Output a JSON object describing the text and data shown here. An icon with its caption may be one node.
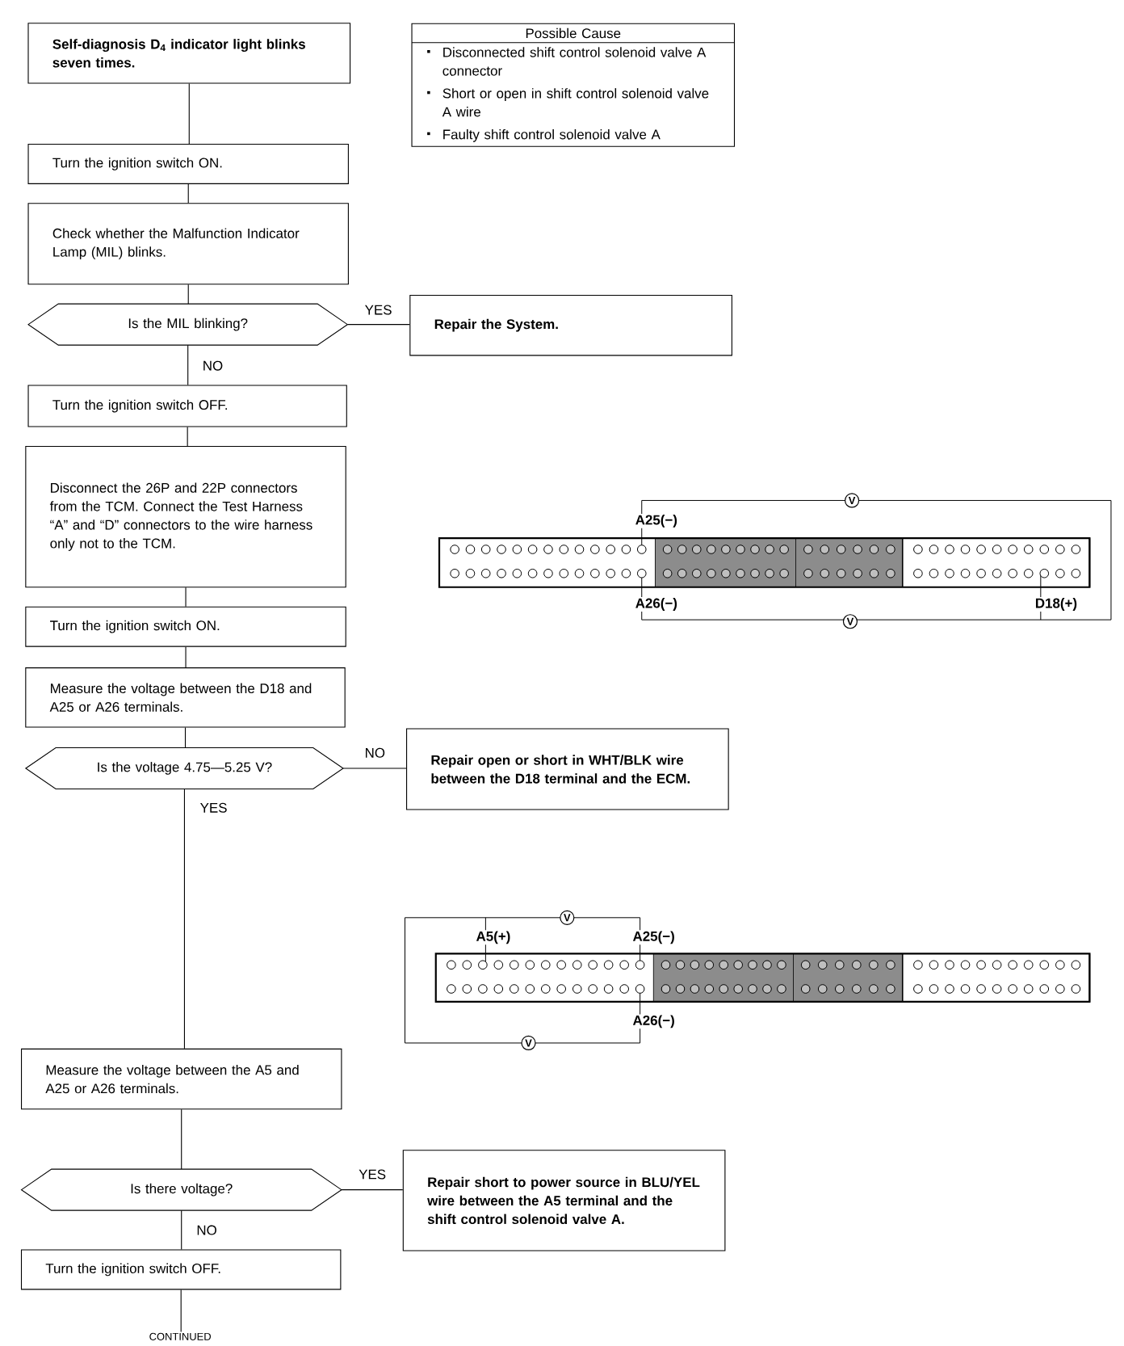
{
  "diagram": {
    "nodes": [
      {
        "text": [
          "Self-diagnosis D$_{4}$ indicator light blinks seven times."
        ]
      },
      {
        "text": [
          "Possible Cause",
          "Disconnected shift control solenoid valve A connector",
          "Short or open in shift control solenoid valve A wire",
          "Faulty shift control solenoid valve A"
        ]
      },
      {
        "text": [
          "Turn the ignition switch ON."
        ]
      },
      {
        "text": [
          "Check whether the Malfunction Indicator Lamp (MIL) blinks."
        ]
      },
      {
        "text": [
          "Is the MIL blinking?"
        ]
      },
      {
        "text": [
          "Repair the System."
        ]
      },
      {
        "text": [
          "Turn the ignition switch OFF."
        ]
      },
      {
        "text": [
          "Disconnect the 26P and 22P connectors from the TCM. Connect the Test Harness “A” and “D” connectors to the wire harness only not to the TCM."
        ]
      },
      {
        "text": [
          "Turn the ignition switch ON."
        ]
      },
      {
        "text": [
          "Measure the voltage between the D18 and A25 or A26 terminals."
        ]
      },
      {
        "text": [
          "Is the voltage 4.75—5.25 V?"
        ]
      },
      {
        "text": [
          "Repair open or short in WHT/BLK wire between the D18 terminal and the ECM."
        ]
      },
      {
        "text": [
          "Measure the voltage between the A5 and A25 or A26 terminals."
        ]
      },
      {
        "text": [
          "Is there voltage?"
        ]
      },
      {
        "text": [
          "Repair short to power source in BLU/YEL wire between the A5 terminal and the shift control solenoid valve A."
        ]
      },
      {
        "text": [
          "Turn the ignition switch OFF."
        ]
      },
      {
        "text": [
          "CONTINUED"
        ]
      }
    ],
    "edges": [
      {
        "from": 0,
        "to": 2,
        "arrow": "none"
      },
      {
        "from": 2,
        "to": 3,
        "arrow": "none"
      },
      {
        "from": 3,
        "to": 4,
        "arrow": "none"
      },
      {
        "from": 4,
        "to": 5,
        "arrow": "none",
        "label": "YES"
      },
      {
        "from": 4,
        "to": 6,
        "arrow": "none",
        "label": "NO"
      },
      {
        "from": 6,
        "to": 7,
        "arrow": "none"
      },
      {
        "from": 7,
        "to": 8,
        "arrow": "none"
      },
      {
        "from": 8,
        "to": 9,
        "arrow": "none"
      },
      {
        "from": 9,
        "to": 10,
        "arrow": "none"
      },
      {
        "from": 10,
        "to": 11,
        "arrow": "none",
        "label": "NO"
      },
      {
        "from": 10,
        "to": 12,
        "arrow": "none",
        "label": "YES"
      },
      {
        "from": 12,
        "to": 13,
        "arrow": "none"
      },
      {
        "from": 13,
        "to": 14,
        "arrow": "none",
        "label": "YES"
      },
      {
        "from": 13,
        "to": 15,
        "arrow": "none",
        "label": "NO"
      },
      {
        "from": 15,
        "to": 16,
        "arrow": "none"
      }
    ],
    "labels": [
      "V",
      "A25(−)",
      "A26(−)",
      "D18(+)",
      "V",
      "V",
      "A5(+)",
      "A25(−)",
      "A26(−)",
      "V"
    ]
  }
}
